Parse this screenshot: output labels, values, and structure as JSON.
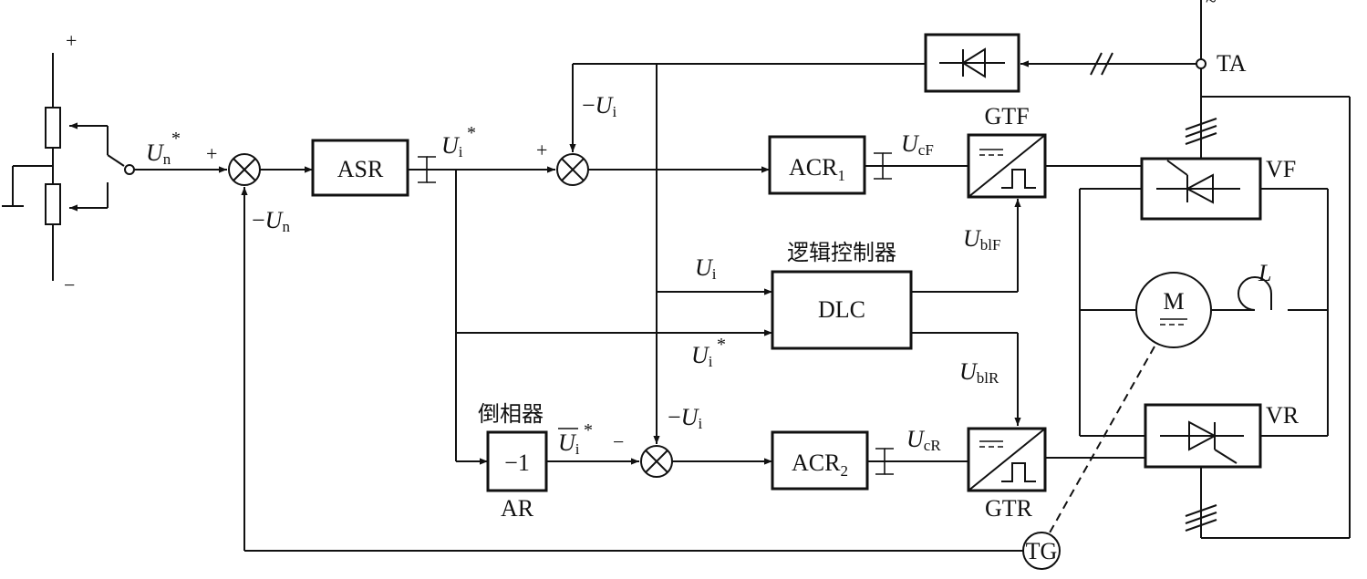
{
  "blocks": {
    "asr": "ASR",
    "acr1": "ACR",
    "acr1_sub": "1",
    "acr2": "ACR",
    "acr2_sub": "2",
    "dlc": "DLC",
    "ar_gain": "−1",
    "ar_label": "AR",
    "inverter_label": "倒相器",
    "logic_label": "逻辑控制器",
    "gtf": "GTF",
    "gtr": "GTR",
    "vf": "VF",
    "vr": "VR",
    "ta": "TA",
    "tg": "TG",
    "motor": "M",
    "inductor": "L"
  },
  "signals": {
    "un_star_U": "U",
    "un_star_sub": "n",
    "un_star_sup": "*",
    "un_fb_prefix": "−",
    "un_fb_U": "U",
    "un_fb_sub": "n",
    "ui_star_U": "U",
    "ui_star_sub": "i",
    "ui_star_sup": "*",
    "ui_fb1_prefix": "−",
    "ui_fb1_U": "U",
    "ui_fb1_sub": "i",
    "ui_dlc_U": "U",
    "ui_dlc_sub": "i",
    "ui_star_dlc_U": "U",
    "ui_star_dlc_sub": "i",
    "ui_star_dlc_sup": "*",
    "ui_fb2_prefix": "−",
    "ui_fb2_U": "U",
    "ui_fb2_sub": "i",
    "ui_bar_U": "U",
    "ui_bar_sub": "i",
    "ui_bar_sup": "*",
    "ucf_U": "U",
    "ucf_sub": "cF",
    "ucr_U": "U",
    "ucr_sub": "cR",
    "ublf_U": "U",
    "ublf_sub": "blF",
    "ublr_U": "U",
    "ublr_sub": "blR"
  },
  "signs": {
    "pot_plus": "+",
    "pot_minus": "−",
    "sum1_plus": "+",
    "sum2_plus": "+",
    "sum3_minus": "−",
    "ac_source": "~"
  }
}
